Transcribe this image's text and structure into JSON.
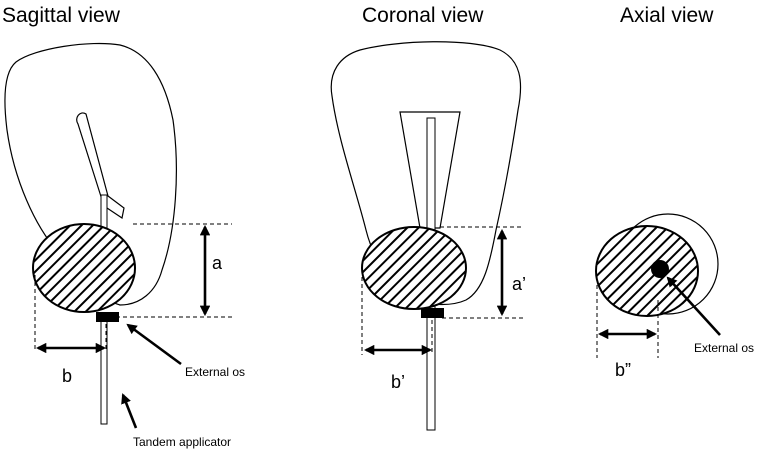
{
  "titles": {
    "sagittal": "Sagittal view",
    "coronal": "Coronal view",
    "axial": "Axial view"
  },
  "labels": {
    "a": "a",
    "b": "b",
    "a_prime": "a’",
    "b_prime": "b’",
    "b_double_prime": "b”",
    "external_os_sagittal": "External os",
    "external_os_axial": "External os",
    "tandem_applicator": "Tandem applicator"
  }
}
